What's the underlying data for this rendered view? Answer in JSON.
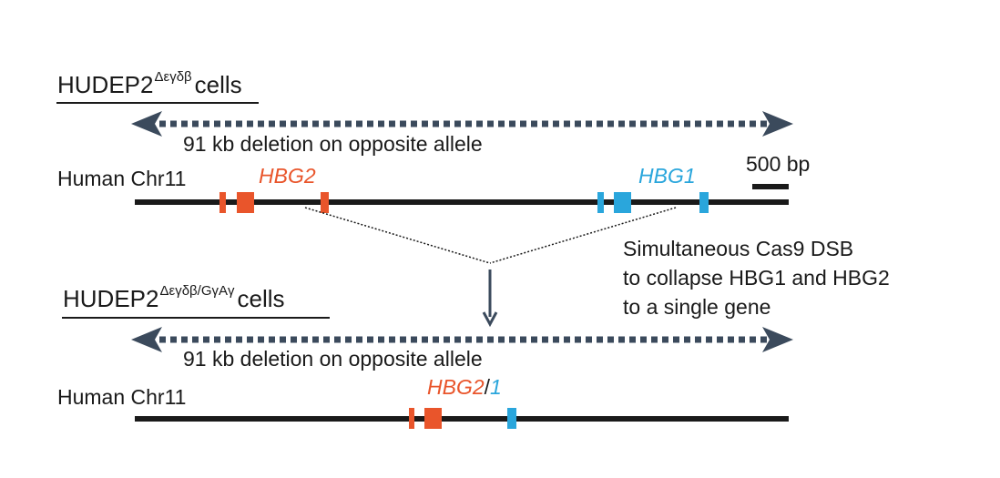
{
  "colors": {
    "hbg2": "#e9552b",
    "hbg1": "#2aa6dc",
    "chromosome": "#1a1a1a",
    "deletion_arrow": "#3b4a5c"
  },
  "top": {
    "heading_main": "HUDEP2",
    "heading_sup": "Δεγδβ",
    "heading_suffix": "cells",
    "deletion_label": "91 kb deletion on opposite allele",
    "chr_label": "Human Chr11",
    "gene_hbg2": "HBG2",
    "gene_hbg1": "HBG1",
    "scale_label": "500 bp"
  },
  "process": {
    "line1": "Simultaneous Cas9 DSB",
    "line2": "to collapse HBG1 and HBG2",
    "line3": "to a single gene"
  },
  "bottom": {
    "heading_main": "HUDEP2",
    "heading_sup": "Δεγδβ/GγAγ",
    "heading_suffix": "cells",
    "deletion_label": "91 kb deletion on opposite allele",
    "chr_label": "Human Chr11",
    "gene_part1": "HBG2",
    "gene_sep": "/",
    "gene_part2": "1"
  }
}
